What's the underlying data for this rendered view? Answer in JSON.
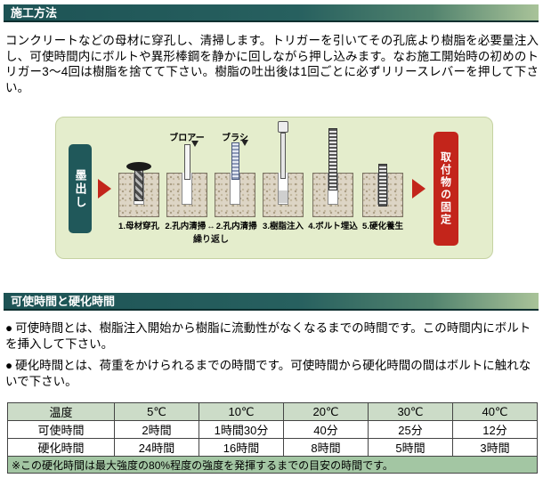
{
  "colors": {
    "header_teal": "#235b5c",
    "accent_red": "#c3251b",
    "diagram_bg": "#e4edcc",
    "table_header_bg": "#ccdcc8",
    "note_bg": "#a3c6a3"
  },
  "section_method": {
    "title": "施工方法",
    "body": "コンクリートなどの母材に穿孔し、清掃します。トリガーを引いてその孔底より樹脂を必要量注入し、可使時間内にボルトや異形棒鋼を静かに回しながら押し込みます。なお施工開始時の初めのトリガー3〜4回は樹脂を捨てて下さい。樹脂の吐出後は1回ごとに必ずリリースレバーを押して下さい。"
  },
  "diagram": {
    "marking_label": "墨出し",
    "fixing_label": "取付物の固定",
    "blower_label": "ブロアー",
    "brush_label": "ブラシ",
    "step1_label": "1.母材穿孔",
    "step2a_label": "2.孔内清掃",
    "swap_arrow": "↔",
    "step2b_label": "2.孔内清掃",
    "repeat_label": "繰り返し",
    "step3_label": "3.樹脂注入",
    "step4_label": "4.ボルト埋込",
    "step5_label": "5.硬化養生"
  },
  "section_time": {
    "title": "可使時間と硬化時間",
    "bullet_marker": "●",
    "bullets": [
      "可使時間とは、樹脂注入開始から樹脂に流動性がなくなるまでの時間です。この時間内にボルトを挿入して下さい。",
      "硬化時間とは、荷重をかけられるまでの時間です。可使時間から硬化時間の間はボルトに触れないで下さい。"
    ]
  },
  "table": {
    "headers": [
      "温度",
      "5℃",
      "10℃",
      "20℃",
      "30℃",
      "40℃"
    ],
    "rows": [
      {
        "label": "可使時間",
        "values": [
          "2時間",
          "1時間30分",
          "40分",
          "25分",
          "12分"
        ]
      },
      {
        "label": "硬化時間",
        "values": [
          "24時間",
          "16時間",
          "8時間",
          "5時間",
          "3時間"
        ]
      }
    ],
    "note": "※この硬化時間は最大強度の80%程度の強度を発揮するまでの目安の時間です。"
  }
}
